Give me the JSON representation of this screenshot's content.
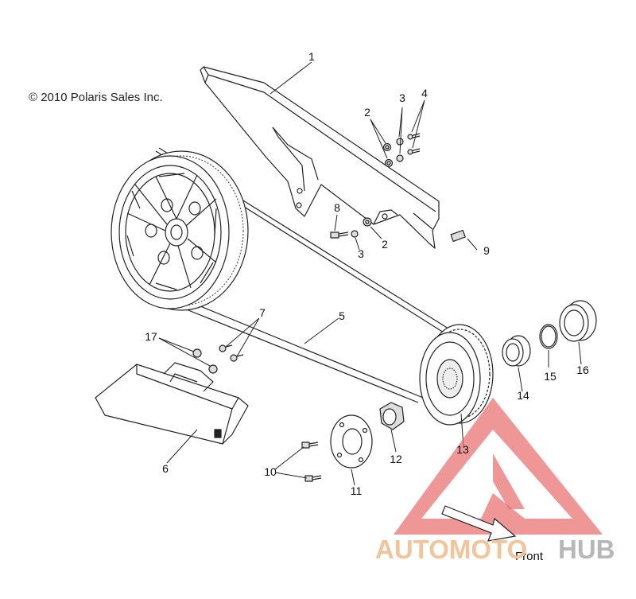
{
  "copyright": "© 2010 Polaris Sales Inc.",
  "direction_label": "Front",
  "callouts": [
    "1",
    "2",
    "3",
    "4",
    "2",
    "3",
    "8",
    "9",
    "5",
    "7",
    "17",
    "6",
    "10",
    "11",
    "12",
    "13",
    "14",
    "15",
    "16"
  ],
  "watermark": {
    "part1": "AUTOMOTO",
    "part2": "HUB",
    "color_part1": "#f2c49a",
    "color_part2": "#b7b7b7",
    "logo_color": "#e86a6a"
  }
}
